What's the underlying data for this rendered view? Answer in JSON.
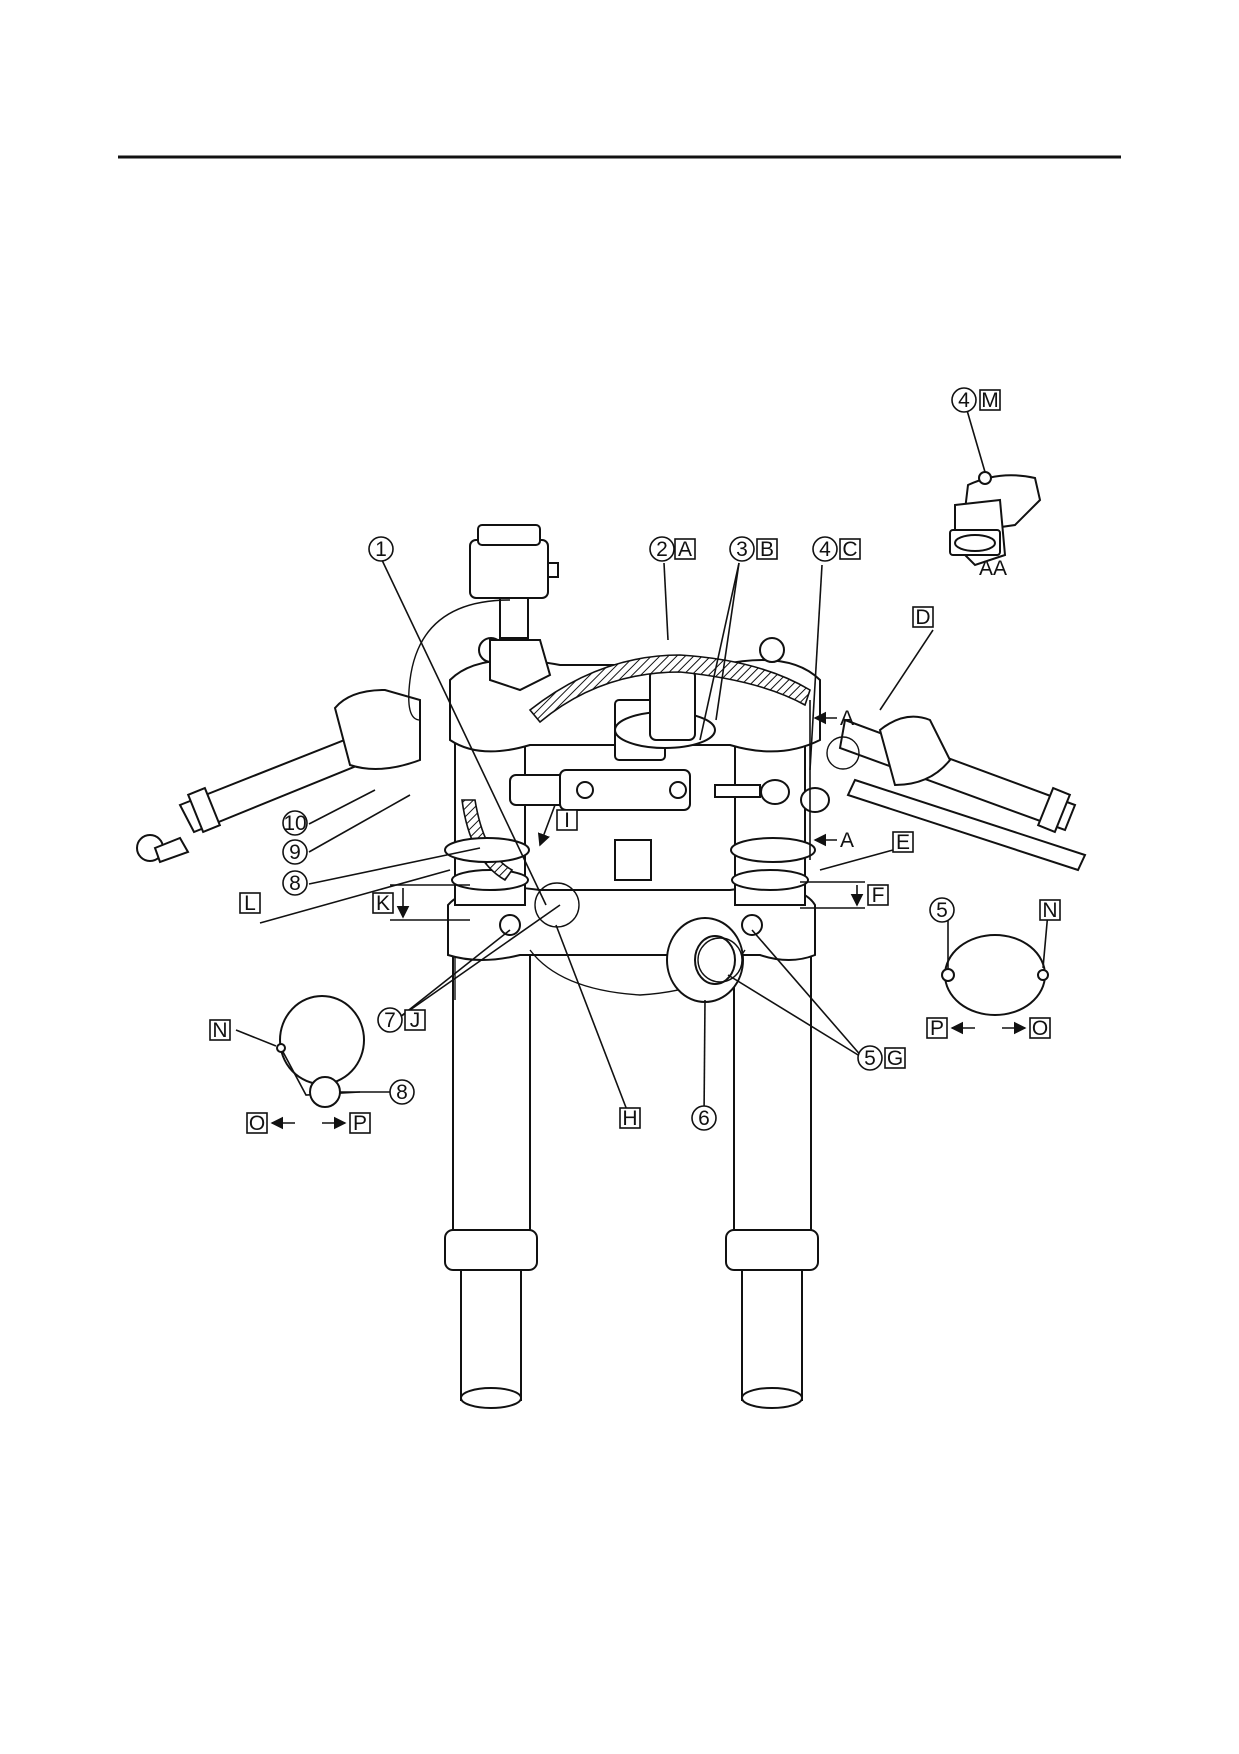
{
  "diagram": {
    "callouts": {
      "c1": "1",
      "c2": "2",
      "c3": "3",
      "c4": "4",
      "c4m": "4",
      "c5": "5",
      "c5b": "5",
      "c6": "6",
      "c7": "7",
      "c8": "8",
      "c8b": "8",
      "c9": "9",
      "c10": "10"
    },
    "letters": {
      "A": "A",
      "B": "B",
      "C": "C",
      "D": "D",
      "E": "E",
      "F": "F",
      "G": "G",
      "H": "H",
      "I": "I",
      "J": "J",
      "K": "K",
      "L": "L",
      "M": "M",
      "N1": "N",
      "N2": "N",
      "O1": "O",
      "O2": "O",
      "P1": "P",
      "P2": "P"
    },
    "section_marks": {
      "a_top": "A",
      "a_bottom": "A"
    },
    "detail_label": "AA"
  }
}
